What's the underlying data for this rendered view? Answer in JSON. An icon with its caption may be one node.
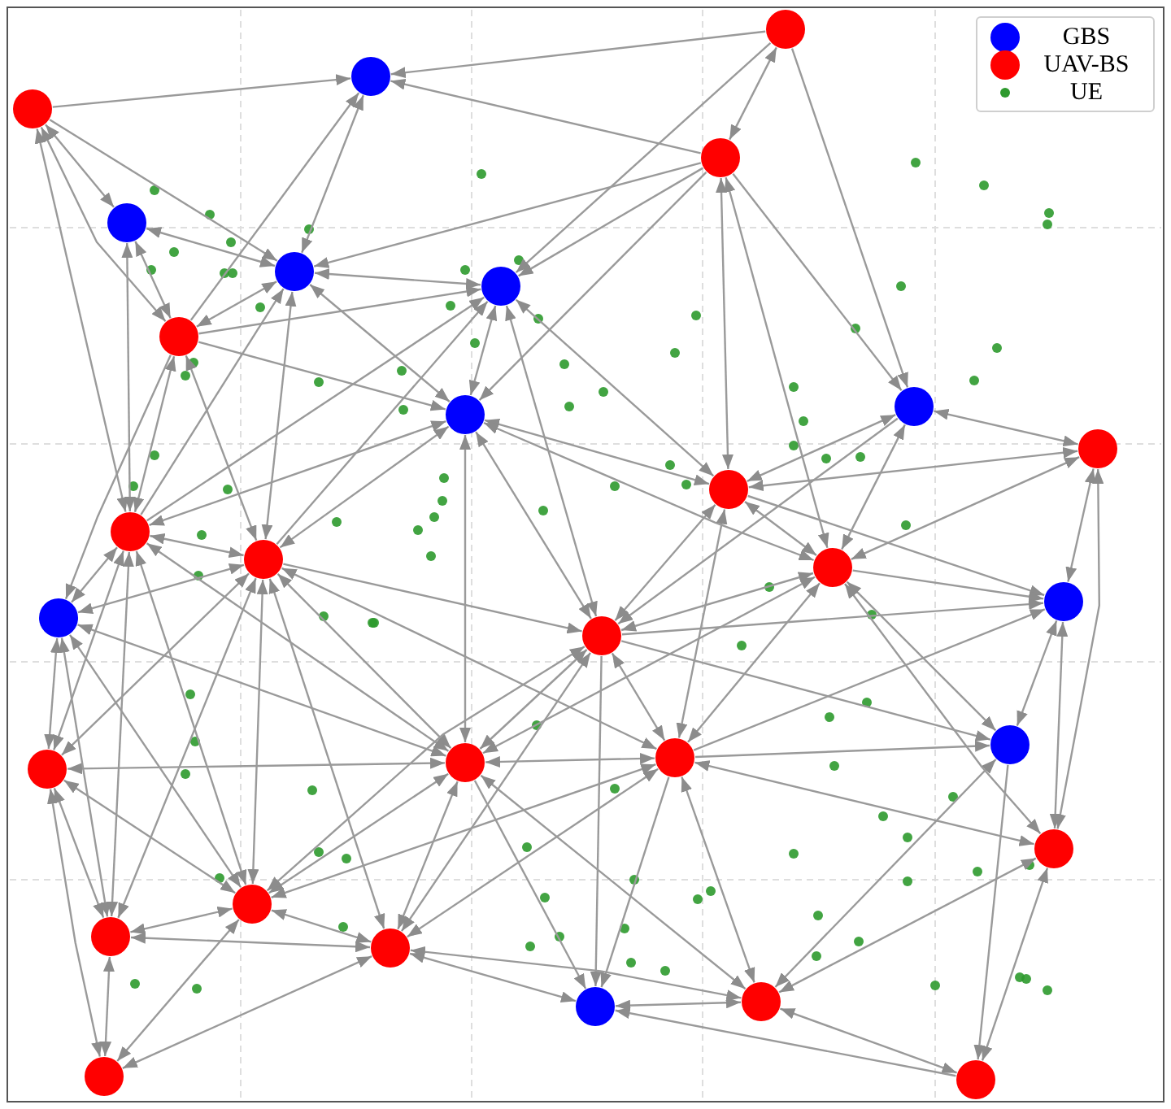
{
  "diagram": {
    "nodes": [
      {
        "text": [],
        "shape": "circle"
      },
      {
        "text": [],
        "shape": "circle"
      },
      {
        "text": [],
        "shape": "circle"
      },
      {
        "text": [],
        "shape": "circle"
      },
      {
        "text": [],
        "shape": "circle"
      },
      {
        "text": [],
        "shape": "circle"
      },
      {
        "text": [],
        "shape": "circle"
      },
      {
        "text": [],
        "shape": "circle"
      },
      {
        "text": [],
        "shape": "circle"
      },
      {
        "text": [],
        "shape": "circle"
      },
      {
        "text": [],
        "shape": "circle"
      },
      {
        "text": [],
        "shape": "circle"
      },
      {
        "text": [],
        "shape": "circle"
      },
      {
        "text": [],
        "shape": "circle"
      },
      {
        "text": [],
        "shape": "circle"
      },
      {
        "text": [],
        "shape": "circle"
      },
      {
        "text": [],
        "shape": "circle"
      },
      {
        "text": [],
        "shape": "circle"
      },
      {
        "text": [],
        "shape": "circle"
      },
      {
        "text": [],
        "shape": "circle"
      },
      {
        "text": [],
        "shape": "circle"
      },
      {
        "text": [],
        "shape": "circle"
      },
      {
        "text": [],
        "shape": "circle"
      },
      {
        "text": [],
        "shape": "circle"
      },
      {
        "text": [],
        "shape": "circle"
      },
      {
        "text": [],
        "shape": "circle"
      },
      {
        "text": [],
        "shape": "circle"
      },
      {
        "text": [],
        "shape": "circle"
      },
      {
        "text": [],
        "shape": "circle"
      },
      {
        "text": [],
        "shape": "circle"
      }
    ],
    "edges": [
      {
        "from": 2,
        "to": 1,
        "arrow": "to"
      },
      {
        "from": 0,
        "to": 1,
        "arrow": "to"
      },
      {
        "from": 3,
        "to": 1,
        "arrow": "to"
      },
      {
        "from": 0,
        "to": 3,
        "arrow": "both"
      },
      {
        "from": 0,
        "to": 6,
        "arrow": "to"
      },
      {
        "from": 0,
        "to": 8,
        "arrow": "to"
      },
      {
        "from": 3,
        "to": 5,
        "arrow": "to"
      },
      {
        "from": 3,
        "to": 6,
        "arrow": "to"
      },
      {
        "from": 3,
        "to": 9,
        "arrow": "to"
      },
      {
        "from": 3,
        "to": 8,
        "arrow": "to"
      },
      {
        "from": 3,
        "to": 11,
        "arrow": "both"
      },
      {
        "from": 3,
        "to": 14,
        "arrow": "both"
      },
      {
        "from": 2,
        "to": 4,
        "arrow": "both"
      },
      {
        "from": 2,
        "to": 7,
        "arrow": "both"
      },
      {
        "from": 2,
        "to": 5,
        "arrow": "to"
      },
      {
        "from": 2,
        "to": 12,
        "arrow": "both"
      },
      {
        "from": 1,
        "to": 5,
        "arrow": "both"
      },
      {
        "from": 7,
        "to": 1,
        "arrow": "to"
      },
      {
        "from": 4,
        "to": 5,
        "arrow": "both"
      },
      {
        "from": 4,
        "to": 7,
        "arrow": "both"
      },
      {
        "from": 4,
        "to": 12,
        "arrow": "both"
      },
      {
        "from": 7,
        "to": 5,
        "arrow": "both"
      },
      {
        "from": 7,
        "to": 6,
        "arrow": "to"
      },
      {
        "from": 7,
        "to": 9,
        "arrow": "to"
      },
      {
        "from": 7,
        "to": 12,
        "arrow": "both"
      },
      {
        "from": 7,
        "to": 13,
        "arrow": "both"
      },
      {
        "from": 7,
        "to": 16,
        "arrow": "to"
      },
      {
        "from": 5,
        "to": 6,
        "arrow": "both"
      },
      {
        "from": 5,
        "to": 9,
        "arrow": "both"
      },
      {
        "from": 5,
        "to": 13,
        "arrow": "both"
      },
      {
        "from": 12,
        "to": 5,
        "arrow": "to"
      },
      {
        "from": 6,
        "to": 9,
        "arrow": "both"
      },
      {
        "from": 12,
        "to": 6,
        "arrow": "to"
      },
      {
        "from": 13,
        "to": 6,
        "arrow": "to"
      },
      {
        "from": 6,
        "to": 11,
        "arrow": "both"
      },
      {
        "from": 6,
        "to": 17,
        "arrow": "both"
      },
      {
        "from": 9,
        "to": 11,
        "arrow": "both"
      },
      {
        "from": 9,
        "to": 14,
        "arrow": "both"
      },
      {
        "from": 9,
        "to": 17,
        "arrow": "both"
      },
      {
        "from": 9,
        "to": 19,
        "arrow": "both"
      },
      {
        "from": 12,
        "to": 9,
        "arrow": "both"
      },
      {
        "from": 13,
        "to": 9,
        "arrow": "both"
      },
      {
        "from": 8,
        "to": 10,
        "arrow": "both"
      },
      {
        "from": 8,
        "to": 11,
        "arrow": "both"
      },
      {
        "from": 8,
        "to": 14,
        "arrow": "both"
      },
      {
        "from": 8,
        "to": 17,
        "arrow": "to"
      },
      {
        "from": 10,
        "to": 11,
        "arrow": "both"
      },
      {
        "from": 10,
        "to": 14,
        "arrow": "both"
      },
      {
        "from": 10,
        "to": 15,
        "arrow": "both"
      },
      {
        "from": 10,
        "to": 22,
        "arrow": "both"
      },
      {
        "from": 11,
        "to": 14,
        "arrow": "both"
      },
      {
        "from": 11,
        "to": 17,
        "arrow": "both"
      },
      {
        "from": 11,
        "to": 20,
        "arrow": "both"
      },
      {
        "from": 11,
        "to": 15,
        "arrow": "to"
      },
      {
        "from": 14,
        "to": 15,
        "arrow": "to"
      },
      {
        "from": 14,
        "to": 18,
        "arrow": "both"
      },
      {
        "from": 14,
        "to": 22,
        "arrow": "both"
      },
      {
        "from": 14,
        "to": 17,
        "arrow": "both"
      },
      {
        "from": 14,
        "to": 20,
        "arrow": "both"
      },
      {
        "from": 14,
        "to": 19,
        "arrow": "both"
      },
      {
        "from": 15,
        "to": 18,
        "arrow": "both"
      },
      {
        "from": 15,
        "to": 22,
        "arrow": "both"
      },
      {
        "from": 17,
        "to": 15,
        "arrow": "to"
      },
      {
        "from": 17,
        "to": 18,
        "arrow": "to"
      },
      {
        "from": 20,
        "to": 15,
        "arrow": "to"
      },
      {
        "from": 20,
        "to": 18,
        "arrow": "to"
      },
      {
        "from": 20,
        "to": 22,
        "arrow": "both"
      },
      {
        "from": 22,
        "to": 26,
        "arrow": "both"
      },
      {
        "from": 22,
        "to": 29,
        "arrow": "both"
      },
      {
        "from": 18,
        "to": 26,
        "arrow": "both"
      },
      {
        "from": 18,
        "to": 29,
        "arrow": "to"
      },
      {
        "from": 26,
        "to": 29,
        "arrow": "both"
      },
      {
        "from": 29,
        "to": 27,
        "arrow": "to"
      },
      {
        "from": 19,
        "to": 20,
        "arrow": "both"
      },
      {
        "from": 17,
        "to": 19,
        "arrow": "both"
      },
      {
        "from": 17,
        "to": 20,
        "arrow": "both"
      },
      {
        "from": 17,
        "to": 27,
        "arrow": "to"
      },
      {
        "from": 17,
        "to": 25,
        "arrow": "both"
      },
      {
        "from": 19,
        "to": 25,
        "arrow": "both"
      },
      {
        "from": 19,
        "to": 27,
        "arrow": "to"
      },
      {
        "from": 19,
        "to": 26,
        "arrow": "both"
      },
      {
        "from": 20,
        "to": 25,
        "arrow": "both"
      },
      {
        "from": 20,
        "to": 27,
        "arrow": "to"
      },
      {
        "from": 20,
        "to": 26,
        "arrow": "both"
      },
      {
        "from": 25,
        "to": 27,
        "arrow": "both"
      },
      {
        "from": 25,
        "to": 26,
        "arrow": "both"
      },
      {
        "from": 27,
        "to": 26,
        "arrow": "both"
      },
      {
        "from": 21,
        "to": 19,
        "arrow": "both"
      },
      {
        "from": 13,
        "to": 19,
        "arrow": "both"
      },
      {
        "from": 13,
        "to": 17,
        "arrow": "to"
      },
      {
        "from": 12,
        "to": 19,
        "arrow": "both"
      },
      {
        "from": 16,
        "to": 19,
        "arrow": "both"
      },
      {
        "from": 12,
        "to": 13,
        "arrow": "both"
      },
      {
        "from": 16,
        "to": 13,
        "arrow": "both"
      },
      {
        "from": 16,
        "to": 12,
        "arrow": "both"
      },
      {
        "from": 16,
        "to": 21,
        "arrow": "both"
      },
      {
        "from": 16,
        "to": 24,
        "arrow": "both"
      },
      {
        "from": 16,
        "to": 23,
        "arrow": "both"
      },
      {
        "from": 12,
        "to": 21,
        "arrow": "both"
      },
      {
        "from": 12,
        "to": 24,
        "arrow": "both"
      },
      {
        "from": 12,
        "to": 23,
        "arrow": "both"
      },
      {
        "from": 13,
        "to": 23,
        "arrow": "both"
      },
      {
        "from": 13,
        "to": 24,
        "arrow": "both"
      },
      {
        "from": 13,
        "to": 21,
        "arrow": "both"
      },
      {
        "from": 13,
        "to": 25,
        "arrow": "both"
      },
      {
        "from": 21,
        "to": 24,
        "arrow": "both"
      },
      {
        "from": 21,
        "to": 23,
        "arrow": "both"
      },
      {
        "from": 21,
        "to": 28,
        "arrow": "both"
      },
      {
        "from": 24,
        "to": 23,
        "arrow": "both"
      },
      {
        "from": 24,
        "to": 25,
        "arrow": "both"
      },
      {
        "from": 24,
        "to": 28,
        "arrow": "both"
      },
      {
        "from": 23,
        "to": 25,
        "arrow": "both"
      },
      {
        "from": 23,
        "to": 28,
        "arrow": "both"
      },
      {
        "from": 25,
        "to": 28,
        "arrow": "both"
      },
      {
        "from": 19,
        "to": 23,
        "arrow": "both"
      },
      {
        "from": 20,
        "to": 23,
        "arrow": "both"
      },
      {
        "from": 17,
        "to": 23,
        "arrow": "both"
      },
      {
        "from": 13,
        "to": 20,
        "arrow": "both"
      }
    ],
    "legend": [
      {
        "text": "GBS",
        "color": "#0000ff"
      },
      {
        "text": "UAV-BS",
        "color": "#ff0000"
      },
      {
        "text": "UE",
        "color": "#2e9a2e"
      }
    ]
  }
}
